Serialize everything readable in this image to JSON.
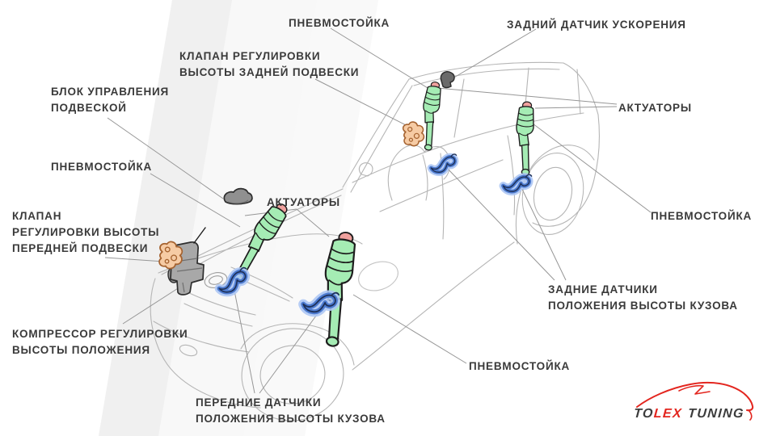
{
  "page": {
    "background": "#ffffff"
  },
  "labels": [
    {
      "id": "pneumostrut-top",
      "lines": [
        "ПНЕВМОСТОЙКА"
      ]
    },
    {
      "id": "rear-acceleration-sensor",
      "lines": [
        "ЗАДНИЙ ДАТЧИК УСКОРЕНИЯ"
      ]
    },
    {
      "id": "rear-suspension-valve",
      "lines": [
        "КЛАПАН РЕГУЛИРОВКИ",
        "ВЫСОТЫ ЗАДНЕЙ ПОДВЕСКИ"
      ]
    },
    {
      "id": "suspension-control-unit",
      "lines": [
        "БЛОК УПРАВЛЕНИЯ",
        "ПОДВЕСКОЙ"
      ]
    },
    {
      "id": "pneumostrut-left",
      "lines": [
        "ПНЕВМОСТОЙКА"
      ]
    },
    {
      "id": "actuators-front",
      "lines": [
        "АКТУАТОРЫ"
      ]
    },
    {
      "id": "actuators-rear",
      "lines": [
        "АКТУАТОРЫ"
      ]
    },
    {
      "id": "pneumostrut-right",
      "lines": [
        "ПНЕВМОСТОЙКА"
      ]
    },
    {
      "id": "front-suspension-valve",
      "lines": [
        "КЛАПАН",
        "РЕГУЛИРОВКИ ВЫСОТЫ",
        "ПЕРЕДНЕЙ ПОДВЕСКИ"
      ]
    },
    {
      "id": "rear-height-sensors",
      "lines": [
        "ЗАДНИЕ ДАТЧИКИ",
        "ПОЛОЖЕНИЯ ВЫСОТЫ КУЗОВА"
      ]
    },
    {
      "id": "height-compressor",
      "lines": [
        "КОМПРЕССОР РЕГУЛИРОВКИ",
        "ВЫСОТЫ ПОЛОЖЕНИЯ"
      ]
    },
    {
      "id": "pneumostrut-bottom",
      "lines": [
        "ПНЕВМОСТОЙКА"
      ]
    },
    {
      "id": "front-height-sensors",
      "lines": [
        "ПЕРЕДНИЕ ДАТЧИКИ",
        "ПОЛОЖЕНИЯ ВЫСОТЫ КУЗОВА"
      ]
    }
  ],
  "logo": {
    "part_dark_1": "TO",
    "part_red": "LEX",
    "part_dark_2": "TUNING"
  },
  "colors": {
    "label_text": "#3a3a3a",
    "leader_line": "#969696",
    "car_outline": "#b5b5b5",
    "strut_green": "#a5ecb4",
    "cap_pink": "#f0a19e",
    "sensor_blue": "#4d7bd0",
    "sensor_halo": "#adc7f4",
    "valve_orange": "#f6cba4",
    "metal_gray": "#a8a8a8",
    "logo_red": "#e3261f"
  }
}
